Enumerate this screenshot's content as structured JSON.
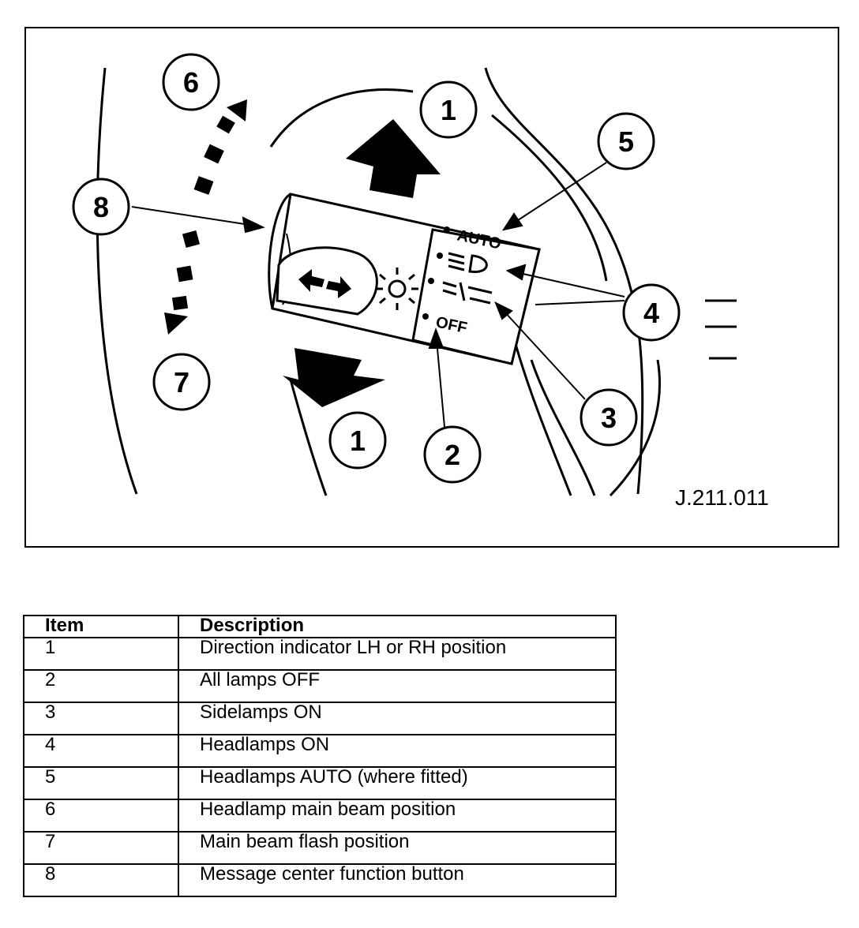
{
  "figure": {
    "reference_code": "J.211.011",
    "callouts": [
      {
        "number": "1"
      },
      {
        "number": "1"
      },
      {
        "number": "2"
      },
      {
        "number": "3"
      },
      {
        "number": "4"
      },
      {
        "number": "5"
      },
      {
        "number": "6"
      },
      {
        "number": "7"
      },
      {
        "number": "8"
      }
    ],
    "switch_labels": {
      "auto": "AUTO",
      "off": "OFF"
    }
  },
  "legend": {
    "headers": {
      "item": "Item",
      "description": "Description"
    },
    "rows": [
      {
        "item": "1",
        "description": "Direction indicator LH or RH position"
      },
      {
        "item": "2",
        "description": "All lamps OFF"
      },
      {
        "item": "3",
        "description": "Sidelamps ON"
      },
      {
        "item": "4",
        "description": "Headlamps ON"
      },
      {
        "item": "5",
        "description": "Headlamps AUTO (where fitted)"
      },
      {
        "item": "6",
        "description": "Headlamp main beam position"
      },
      {
        "item": "7",
        "description": "Main beam flash position"
      },
      {
        "item": "8",
        "description": "Message center function button"
      }
    ]
  }
}
